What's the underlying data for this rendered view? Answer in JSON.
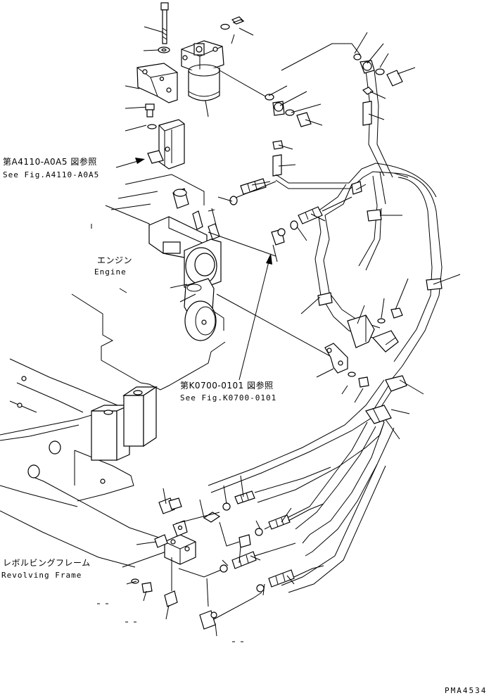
{
  "labels": {
    "ref_a_jp": "第A4110-A0A5 図参照",
    "ref_a_en": "See Fig.A4110-A0A5",
    "engine_jp": "エンジン",
    "engine_en": "Engine",
    "ref_k_jp": "第K0700-0101 図参照",
    "ref_k_en": "See Fig.K0700-0101",
    "frame_jp": "レボルビングフレーム",
    "frame_en": "Revolving Frame",
    "drawing_code": "PMA4534"
  },
  "colors": {
    "line": "#000000",
    "background": "#ffffff"
  },
  "icons": [
    "bolt",
    "washer",
    "fuel-filter",
    "bracket",
    "hose",
    "elbow-fitting",
    "clamp",
    "block-joint",
    "arrow"
  ]
}
